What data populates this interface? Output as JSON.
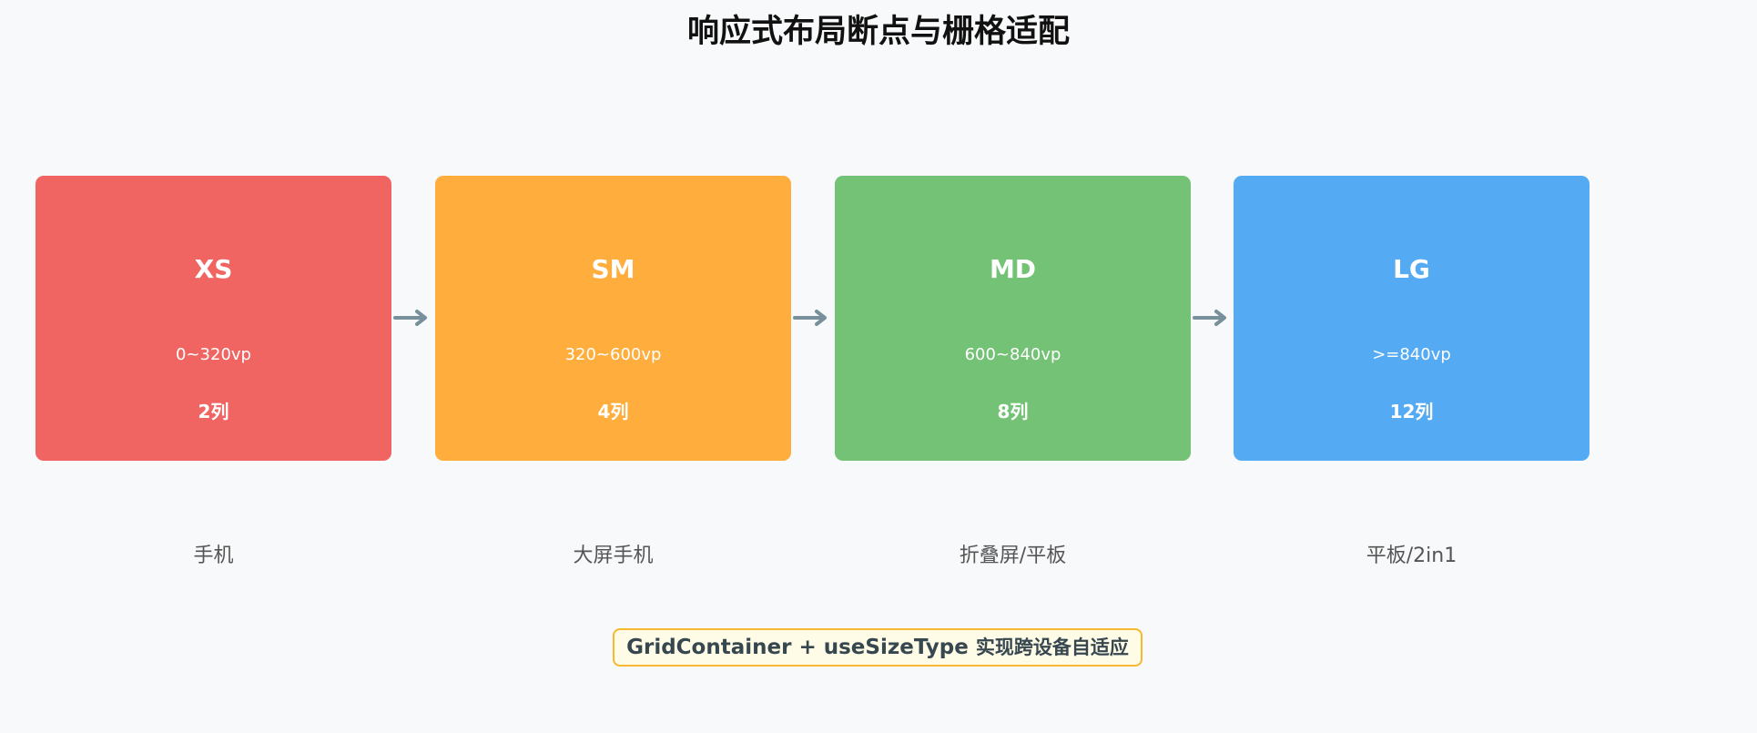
{
  "title": "响应式布局断点与栅格适配",
  "breakpoints": [
    {
      "name": "XS",
      "range": "0~320vp",
      "columns": "2列",
      "device": "手机",
      "color": "#f06562"
    },
    {
      "name": "SM",
      "range": "320~600vp",
      "columns": "4列",
      "device": "大屏手机",
      "color": "#ffad3c"
    },
    {
      "name": "MD",
      "range": "600~840vp",
      "columns": "8列",
      "device": "折叠屏/平板",
      "color": "#73c276"
    },
    {
      "name": "LG",
      "range": ">=840vp",
      "columns": "12列",
      "device": "平板/2in1",
      "color": "#54abf4"
    }
  ],
  "arrow_color": "#78909c",
  "note": {
    "code": "GridContainer + useSizeType",
    "text": "实现跨设备自适应",
    "border_color": "#f8b830",
    "background": "#fefbe6"
  }
}
